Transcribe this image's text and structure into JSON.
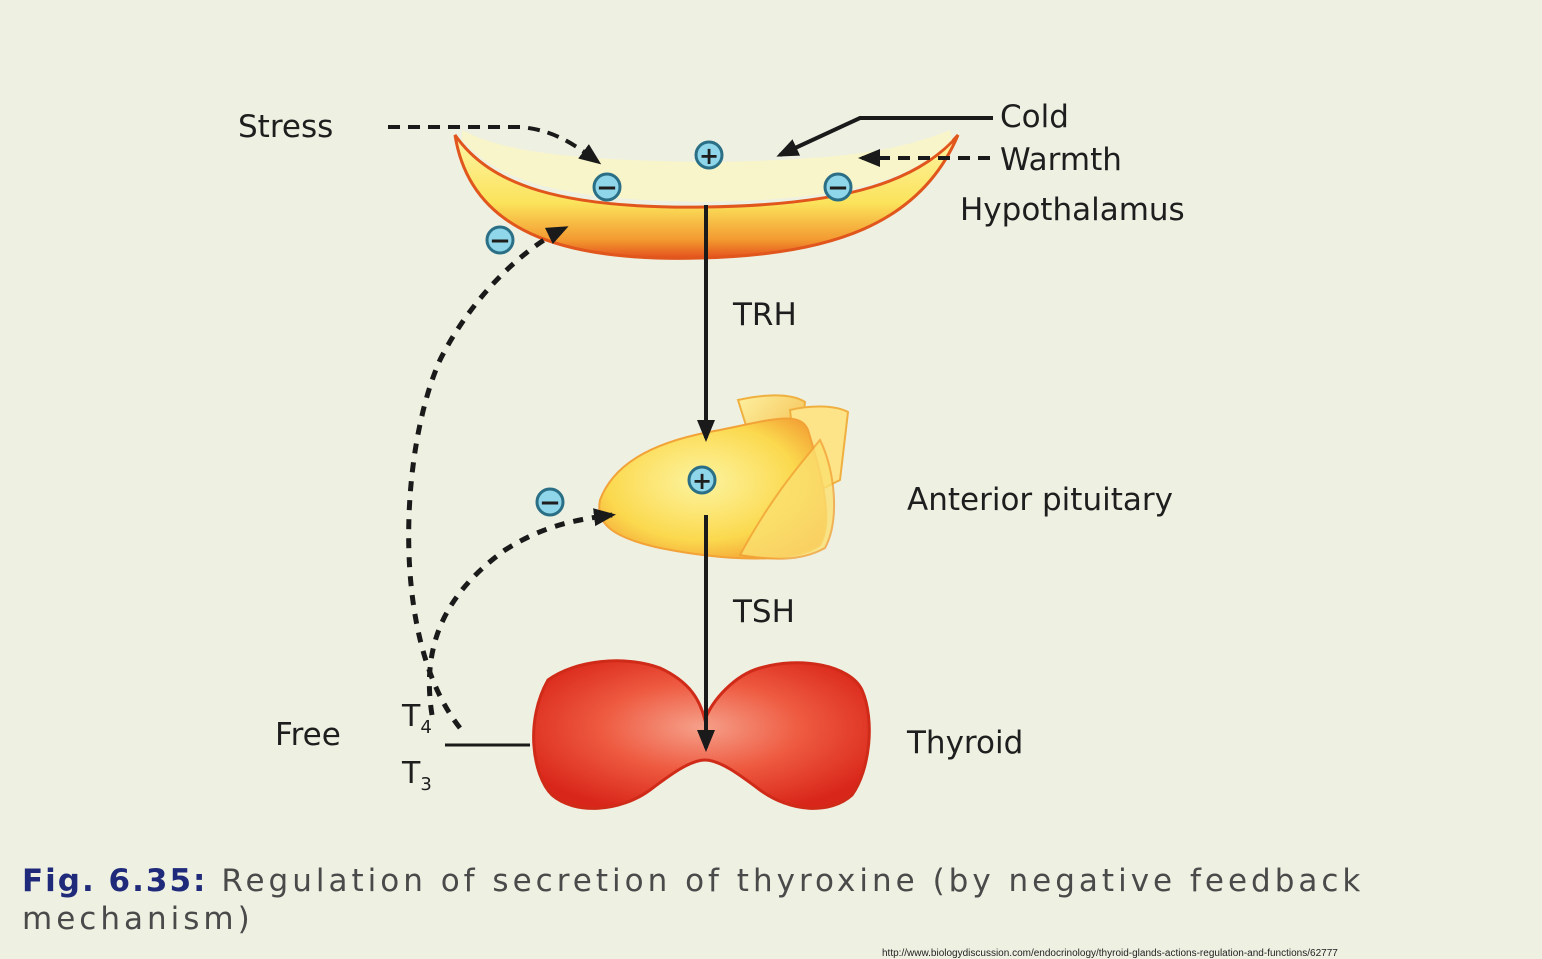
{
  "labels": {
    "stress": "Stress",
    "cold": "Cold",
    "warmth": "Warmth",
    "hypothalamus": "Hypothalamus",
    "trh": "TRH",
    "anterior_pituitary": "Anterior pituitary",
    "tsh": "TSH",
    "thyroid": "Thyroid",
    "free": "Free",
    "t4": "T",
    "t4_sub": "4",
    "t3": "T",
    "t3_sub": "3"
  },
  "symbols": {
    "stimulate": "+",
    "inhibit": "−"
  },
  "caption": {
    "fig": "Fig. 6.35:",
    "text": "Regulation of secretion of thyroxine (by negative feedback mechanism)"
  },
  "source_url": "http://www.biologydiscussion.com/endocrinology/thyroid-glands-actions-regulation-and-functions/62777",
  "colors": {
    "organ_yellow": "#fbe86a",
    "organ_orange": "#f08a2a",
    "thyroid_red": "#e8301e",
    "sign_fill": "#8fd6ea",
    "sign_stroke": "#2a6f86",
    "arrow": "#1a1a1a"
  }
}
